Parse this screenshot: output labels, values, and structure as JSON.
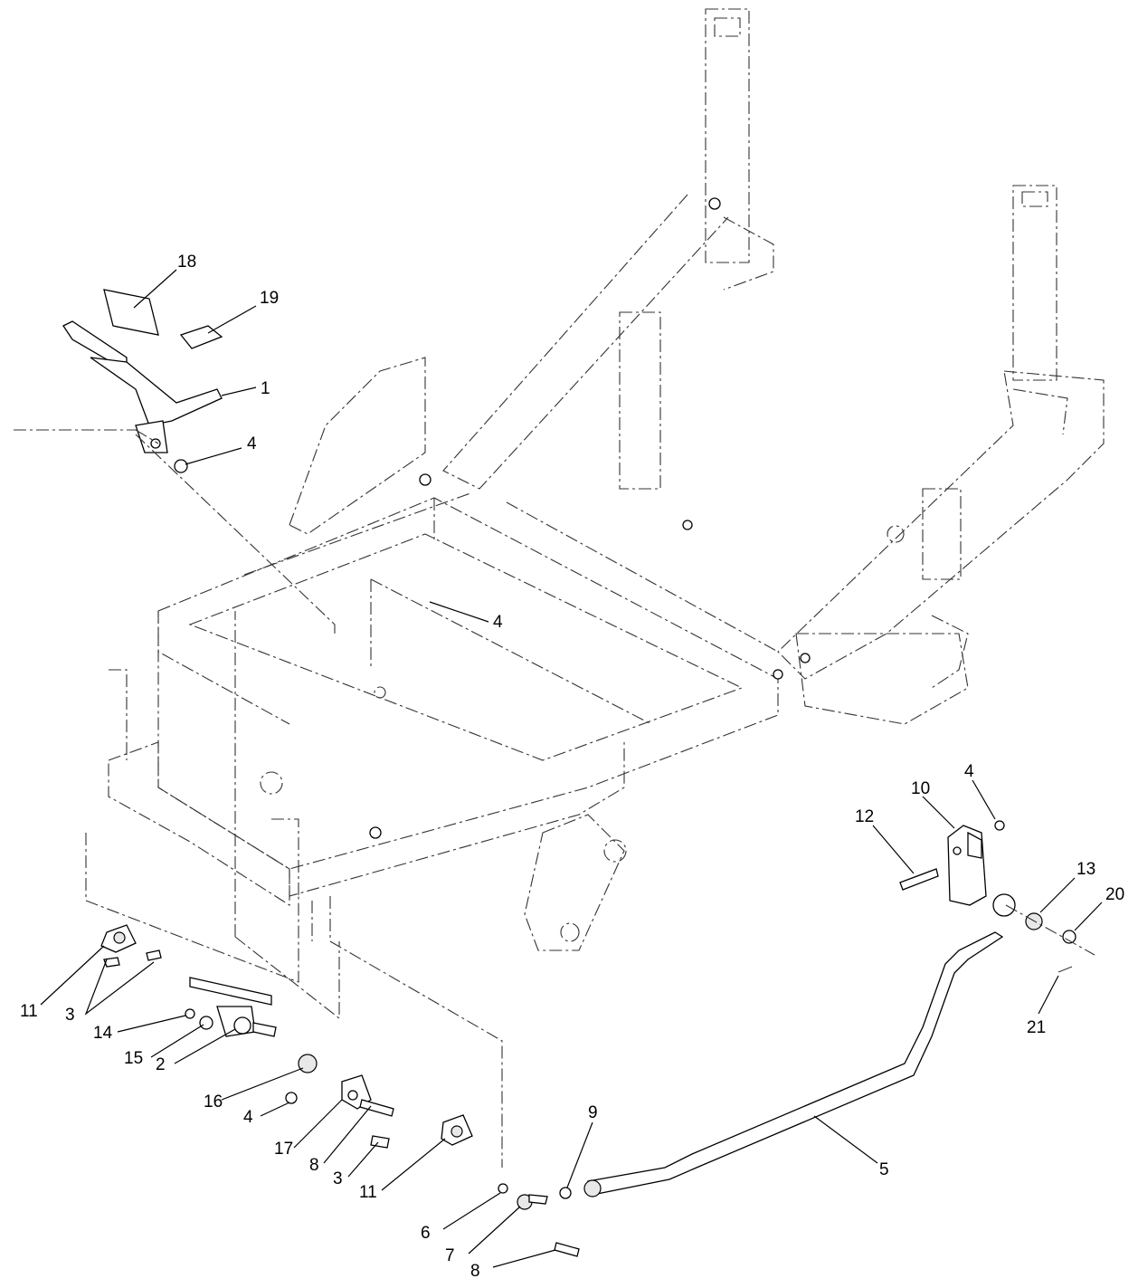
{
  "diagram": {
    "callouts": [
      {
        "id": "c18a",
        "label": "18"
      },
      {
        "id": "c19",
        "label": "19"
      },
      {
        "id": "c1",
        "label": "1"
      },
      {
        "id": "c4a",
        "label": "4"
      },
      {
        "id": "c4b",
        "label": "4"
      },
      {
        "id": "c4c",
        "label": "4"
      },
      {
        "id": "c10",
        "label": "10"
      },
      {
        "id": "c12",
        "label": "12"
      },
      {
        "id": "c13",
        "label": "13"
      },
      {
        "id": "c20",
        "label": "20"
      },
      {
        "id": "c21",
        "label": "21"
      },
      {
        "id": "c11a",
        "label": "11"
      },
      {
        "id": "c3a",
        "label": "3"
      },
      {
        "id": "c14",
        "label": "14"
      },
      {
        "id": "c15",
        "label": "15"
      },
      {
        "id": "c2",
        "label": "2"
      },
      {
        "id": "c16",
        "label": "16"
      },
      {
        "id": "c4d",
        "label": "4"
      },
      {
        "id": "c17",
        "label": "17"
      },
      {
        "id": "c8a",
        "label": "8"
      },
      {
        "id": "c3b",
        "label": "3"
      },
      {
        "id": "c11b",
        "label": "11"
      },
      {
        "id": "c9",
        "label": "9"
      },
      {
        "id": "c5",
        "label": "5"
      },
      {
        "id": "c6",
        "label": "6"
      },
      {
        "id": "c7",
        "label": "7"
      },
      {
        "id": "c8b",
        "label": "8"
      }
    ]
  }
}
